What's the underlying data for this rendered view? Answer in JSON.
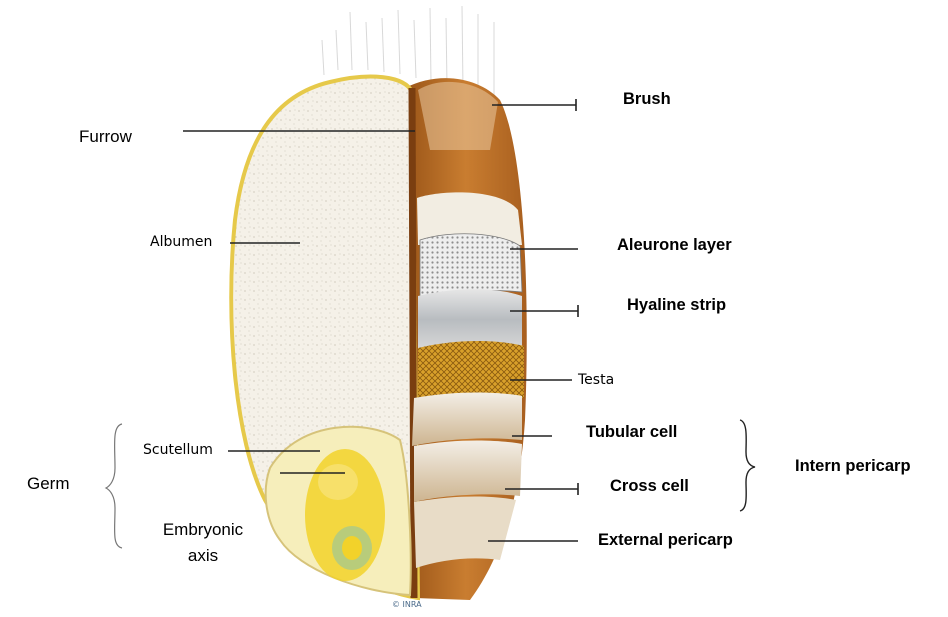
{
  "labels": {
    "brush": "Brush",
    "furrow": "Furrow",
    "albumen": "Albumen",
    "aleurone": "Aleurone layer",
    "hyaline": "Hyaline strip",
    "testa": "Testa",
    "tubular": "Tubular cell",
    "cross": "Cross cell",
    "intern_pericarp": "Intern pericarp",
    "germ": "Germ",
    "scutellum": "Scutellum",
    "embryonic_line1": "Embryonic",
    "embryonic_line2": "axis",
    "external_pericarp": "External pericarp"
  },
  "watermark": "© INRA",
  "colors": {
    "albumen_fill": "#f4efe6",
    "outline_yellow": "#e6c94a",
    "furrow_brown": "#7a3e10",
    "bran_orange": "#c0732a",
    "scutellum_fill": "#f6eebb",
    "embryo_yellow": "#f2d22a"
  }
}
